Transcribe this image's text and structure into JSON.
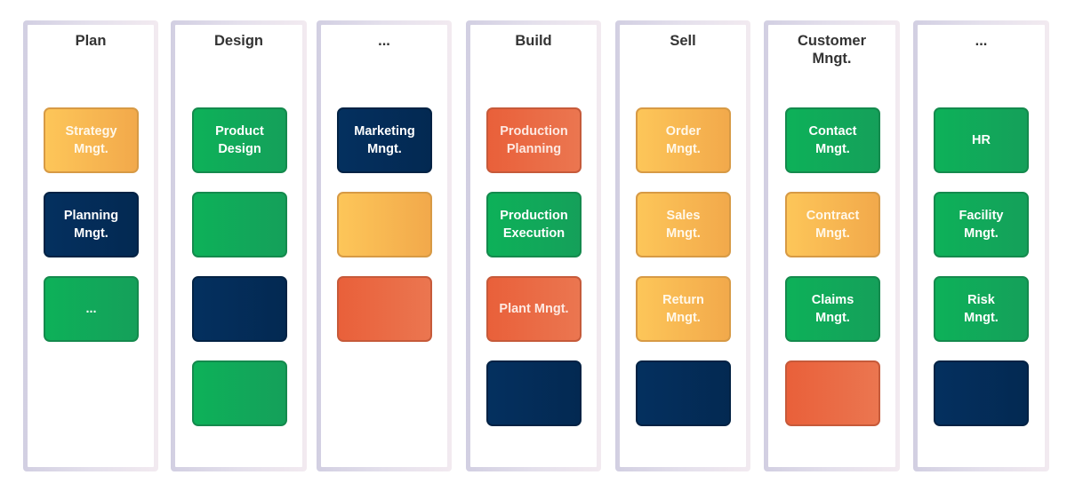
{
  "colors": {
    "yellow": "#f8b752",
    "green": "#10a85a",
    "navy": "#032d5a",
    "orange": "#ea6a45",
    "column_border_start": "#d2cfe2",
    "column_border_end": "#f2eaf0"
  },
  "columns": [
    {
      "title": "Plan",
      "cards": [
        {
          "label": "Strategy\nMngt.",
          "color": "yellow"
        },
        {
          "label": "Planning\nMngt.",
          "color": "navy"
        },
        {
          "label": "...",
          "color": "green"
        }
      ]
    },
    {
      "title": "Design",
      "cards": [
        {
          "label": "Product\nDesign",
          "color": "green"
        },
        {
          "label": "",
          "color": "green"
        },
        {
          "label": "",
          "color": "navy"
        },
        {
          "label": "",
          "color": "green"
        }
      ]
    },
    {
      "title": "...",
      "cards": [
        {
          "label": "Marketing\nMngt.",
          "color": "navy"
        },
        {
          "label": "",
          "color": "yellow"
        },
        {
          "label": "",
          "color": "orange"
        }
      ]
    },
    {
      "title": "Build",
      "cards": [
        {
          "label": "Production\nPlanning",
          "color": "orange"
        },
        {
          "label": "Production\nExecution",
          "color": "green"
        },
        {
          "label": "Plant Mngt.",
          "color": "orange"
        },
        {
          "label": "",
          "color": "navy"
        }
      ]
    },
    {
      "title": "Sell",
      "cards": [
        {
          "label": "Order\nMngt.",
          "color": "yellow"
        },
        {
          "label": "Sales\nMngt.",
          "color": "yellow"
        },
        {
          "label": "Return\nMngt.",
          "color": "yellow"
        },
        {
          "label": "",
          "color": "navy"
        }
      ]
    },
    {
      "title": "Customer\nMngt.",
      "cards": [
        {
          "label": "Contact\nMngt.",
          "color": "green"
        },
        {
          "label": "Contract\nMngt.",
          "color": "yellow"
        },
        {
          "label": "Claims\nMngt.",
          "color": "green"
        },
        {
          "label": "",
          "color": "orange"
        }
      ]
    },
    {
      "title": "...",
      "cards": [
        {
          "label": "HR",
          "color": "green"
        },
        {
          "label": "Facility\nMngt.",
          "color": "green"
        },
        {
          "label": "Risk\nMngt.",
          "color": "green"
        },
        {
          "label": "",
          "color": "navy"
        }
      ]
    }
  ]
}
